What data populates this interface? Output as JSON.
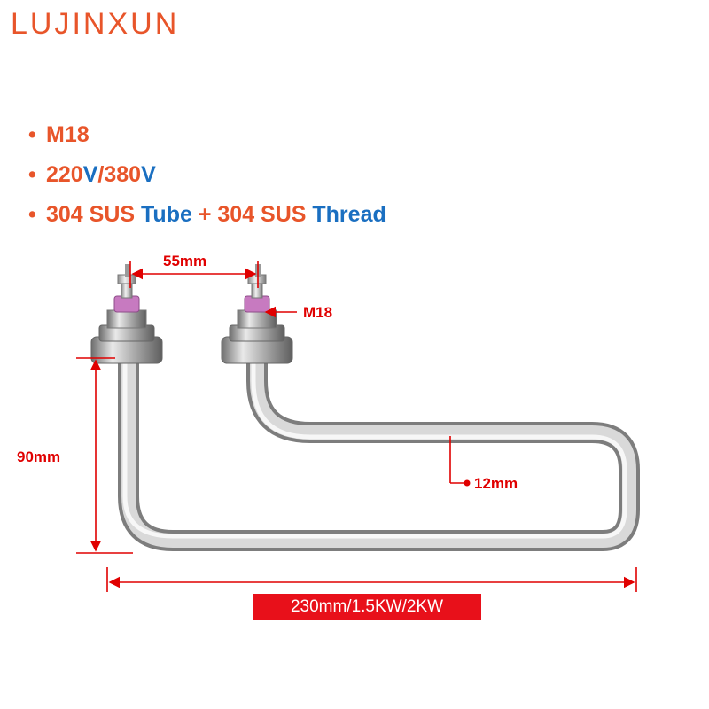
{
  "brand": {
    "logo": "LUJINXUN"
  },
  "specs": [
    {
      "parts": [
        {
          "text": "M18",
          "color": "orange"
        }
      ]
    },
    {
      "parts": [
        {
          "text": "220",
          "color": "orange"
        },
        {
          "text": "V",
          "color": "blue"
        },
        {
          "text": "/380",
          "color": "orange"
        },
        {
          "text": "V",
          "color": "blue"
        }
      ]
    },
    {
      "parts": [
        {
          "text": "304 SUS ",
          "color": "orange"
        },
        {
          "text": "Tube",
          "color": "blue"
        },
        {
          "text": " + 304 SUS ",
          "color": "orange"
        },
        {
          "text": "Thread",
          "color": "blue"
        }
      ]
    }
  ],
  "dimensions": {
    "terminal_spacing": "55mm",
    "thread": "M18",
    "height": "90mm",
    "tube_diameter": "12mm",
    "length_power": "230mm/1.5KW/2KW"
  },
  "colors": {
    "accent_orange": "#e8552a",
    "accent_blue": "#1a6fc1",
    "dimension_red": "#e00000",
    "label_red": "#e8101a"
  }
}
